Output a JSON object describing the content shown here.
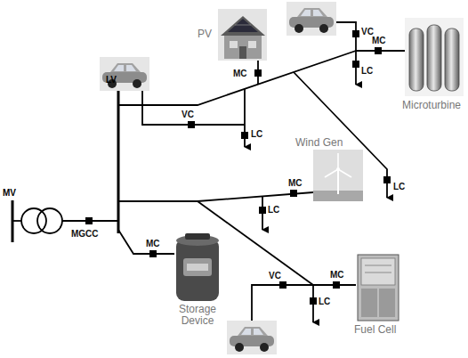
{
  "diagram": {
    "labels": [
      "MV",
      "LV",
      "PV",
      "VC",
      "MC",
      "Microturbine",
      "VC",
      "MC",
      "LC",
      "LC",
      "Wind Gen",
      "LC",
      "MC",
      "LC",
      "MGCC",
      "MC",
      "Storage Device",
      "VC",
      "MC",
      "LC",
      "Fuel Cell"
    ]
  }
}
